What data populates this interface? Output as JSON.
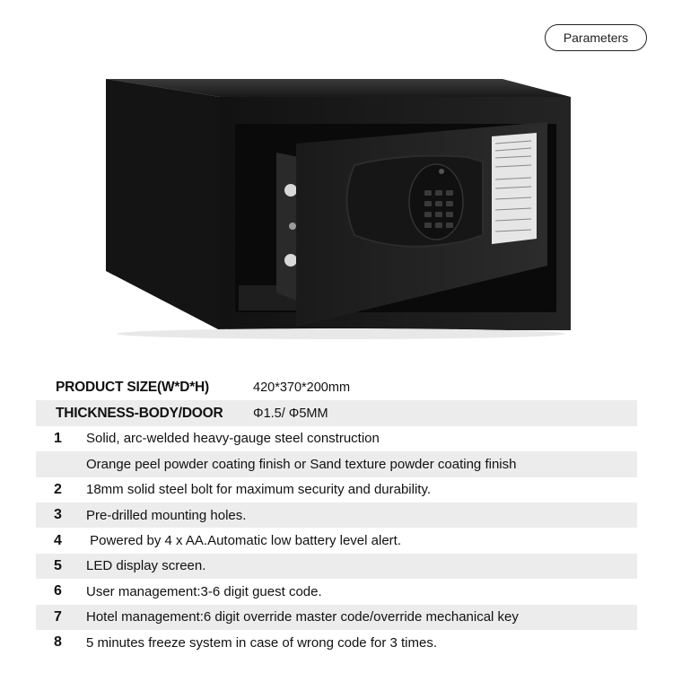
{
  "header": {
    "parameters_label": "Parameters"
  },
  "specs": {
    "size_label": "PRODUCT SIZE(W*D*H)",
    "size_value": "420*370*200mm",
    "thickness_label": "THICKNESS-BODY/DOOR",
    "thickness_value": "Φ1.5/ Φ5MM"
  },
  "features": [
    {
      "num": "1",
      "text": "Solid, arc-welded heavy-gauge steel construction"
    },
    {
      "num": "",
      "text": "Orange peel powder coating finish or Sand texture powder coating finish"
    },
    {
      "num": "2",
      "text": "18mm solid steel bolt for maximum security and durability."
    },
    {
      "num": "3",
      "text": "Pre-drilled mounting holes."
    },
    {
      "num": "4",
      "text": " Powered by 4 x AA.Automatic low battery level alert."
    },
    {
      "num": "5",
      "text": "LED display screen."
    },
    {
      "num": "6",
      "text": "User management:3-6 digit guest code."
    },
    {
      "num": "7",
      "text": "Hotel management:6 digit override master code/override mechanical key"
    },
    {
      "num": "8",
      "text": "5 minutes freeze system in case of wrong code for 3 times."
    }
  ],
  "colors": {
    "row_shade": "#ececec",
    "safe_body": "#1c1c1c"
  }
}
